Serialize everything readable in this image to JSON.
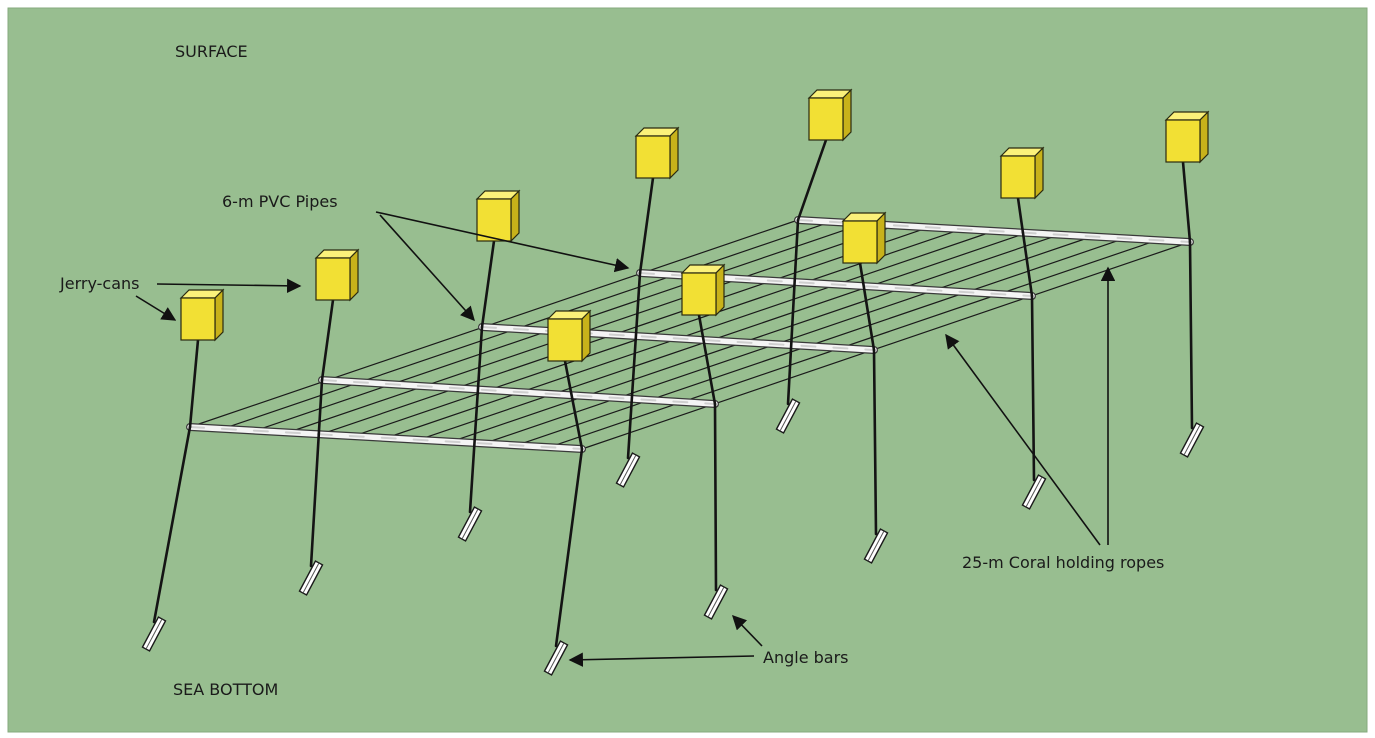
{
  "diagram": {
    "background_color": "#98BE90",
    "labels": {
      "surface": "SURFACE",
      "sea_bottom": "SEA BOTTOM",
      "pvc_pipes": "6-m PVC Pipes",
      "jerry_cans": "Jerry-cans",
      "ropes": "25-m Coral holding ropes",
      "angle_bars": "Angle bars"
    },
    "colors": {
      "can_front": "#F2E034",
      "can_side": "#C8B21A",
      "can_top": "#FBF17A",
      "pipe": "#F4F4F4",
      "rope": "#141414"
    }
  }
}
